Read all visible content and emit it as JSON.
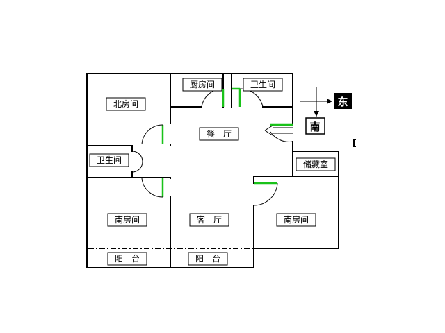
{
  "rooms": {
    "north_bedroom": "北房间",
    "kitchen": "厨房间",
    "bathroom_top": "卫生间",
    "dining": "餐　厅",
    "bathroom_left": "卫生间",
    "storage": "储藏室",
    "south_bedroom_left": "南房间",
    "living": "客　厅",
    "south_bedroom_right": "南房间",
    "balcony_left": "阳　台",
    "balcony_mid": "阳　台"
  },
  "compass": {
    "east": "东",
    "south": "南"
  },
  "colors": {
    "wall": "#000000",
    "door": "#19c219",
    "background": "#ffffff"
  }
}
